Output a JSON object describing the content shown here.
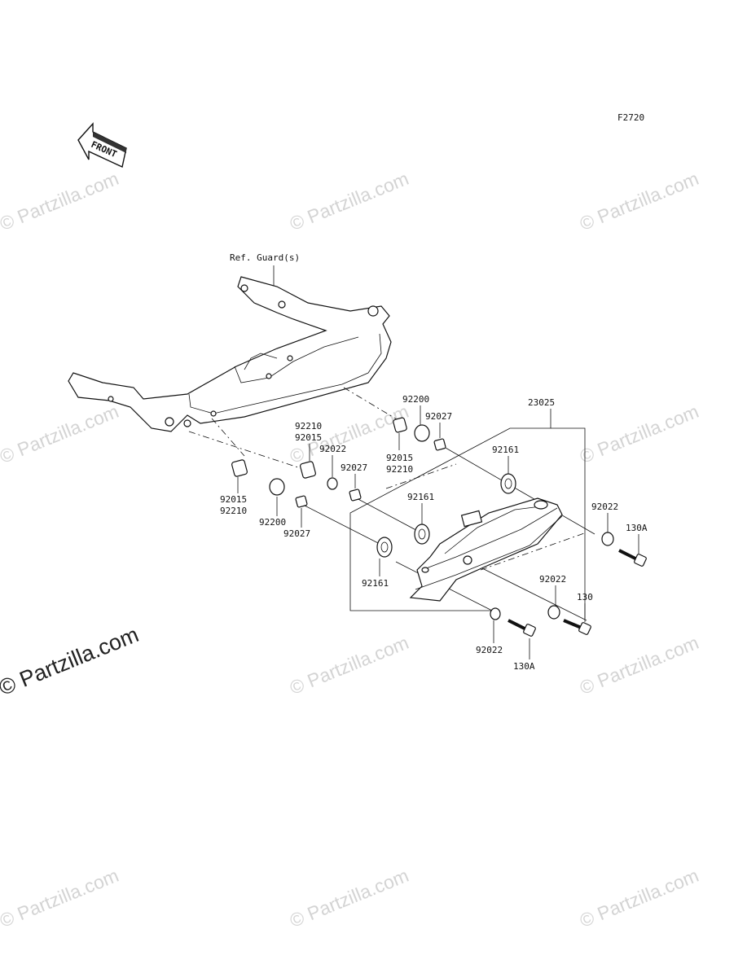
{
  "figure_code": "F2720",
  "front_arrow_label": "FRONT",
  "reference_label": "Ref. Guard(s)",
  "watermark": "© Partzilla.com",
  "callouts": {
    "c23025": "23025",
    "c92200_top": "92200",
    "c92027_top": "92027",
    "c92210_mid": "92210",
    "c92015_mid": "92015",
    "c92022_mid": "92022",
    "c92027_mid": "92027",
    "c92015_top": "92015",
    "c92210_top": "92210",
    "c92161_top": "92161",
    "c92161_mid": "92161",
    "c92015_left": "92015",
    "c92210_left": "92210",
    "c92200_left": "92200",
    "c92027_left": "92027",
    "c92161_low": "92161",
    "c92022_right": "92022",
    "c130A_right": "130A",
    "c92022_lowright": "92022",
    "c130_lowright": "130",
    "c92022_bottom": "92022",
    "c130A_bottom": "130A"
  }
}
